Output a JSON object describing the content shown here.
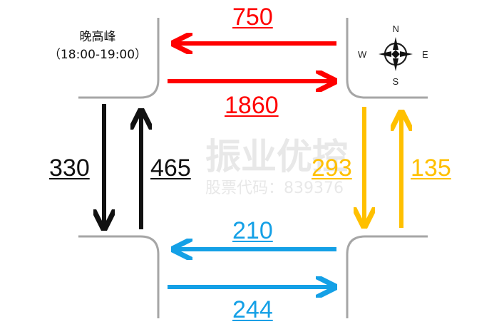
{
  "title": {
    "line1": "晚高峰",
    "line2": "（18:00-19:00）"
  },
  "compass": {
    "n": "N",
    "s": "S",
    "e": "E",
    "w": "W"
  },
  "flows": {
    "top_west": "750",
    "top_east": "1860",
    "left_south": "330",
    "left_north": "465",
    "right_south": "293",
    "right_north": "135",
    "bottom_west": "210",
    "bottom_east": "244"
  },
  "watermark": {
    "brand": "振业优控",
    "code": "股票代码：839376"
  },
  "colors": {
    "top": "#ff0000",
    "left": "#111111",
    "right": "#ffc000",
    "bottom": "#14a0e6",
    "road": "#a6a6a6"
  }
}
